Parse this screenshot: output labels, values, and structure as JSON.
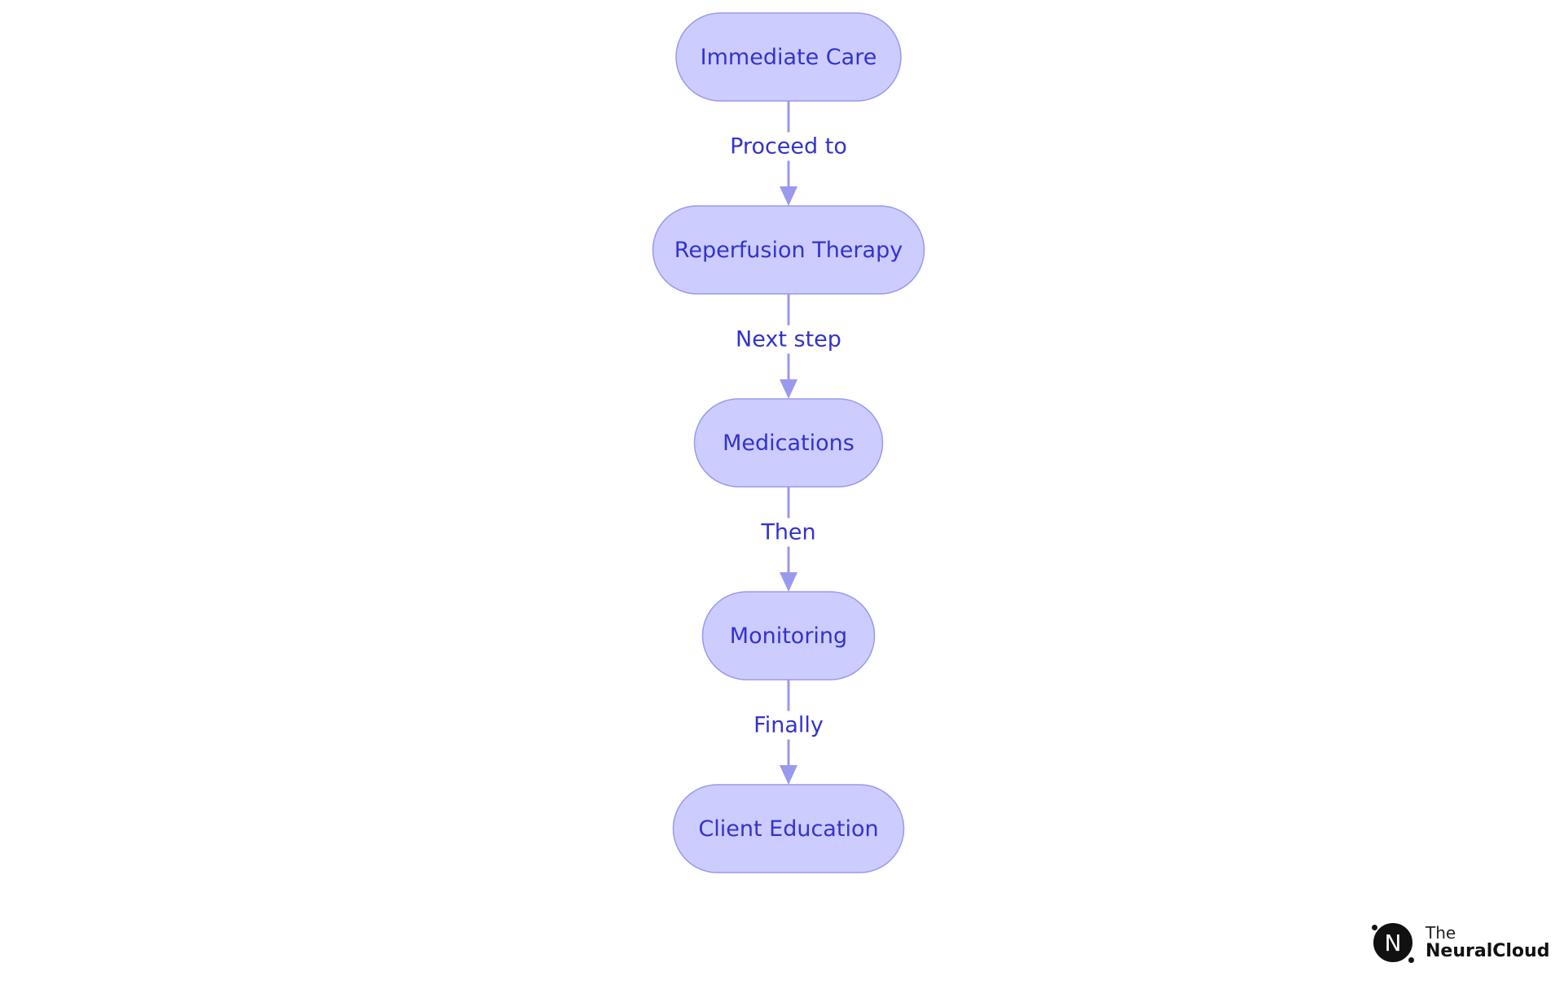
{
  "nodes": [
    {
      "label": "Immediate Care"
    },
    {
      "label": "Reperfusion Therapy"
    },
    {
      "label": "Medications"
    },
    {
      "label": "Monitoring"
    },
    {
      "label": "Client Education"
    }
  ],
  "edges": [
    {
      "from": 0,
      "to": 1,
      "label": "Proceed to"
    },
    {
      "from": 1,
      "to": 2,
      "label": "Next step"
    },
    {
      "from": 2,
      "to": 3,
      "label": "Then"
    },
    {
      "from": 3,
      "to": 4,
      "label": "Finally"
    }
  ],
  "colors": {
    "node_fill": "#ccccff",
    "node_stroke": "#9999ee",
    "text": "#3333cc",
    "edge": "#9999ee"
  },
  "logo": {
    "the": "The",
    "name": "NeuralCloud",
    "mark": "N"
  }
}
